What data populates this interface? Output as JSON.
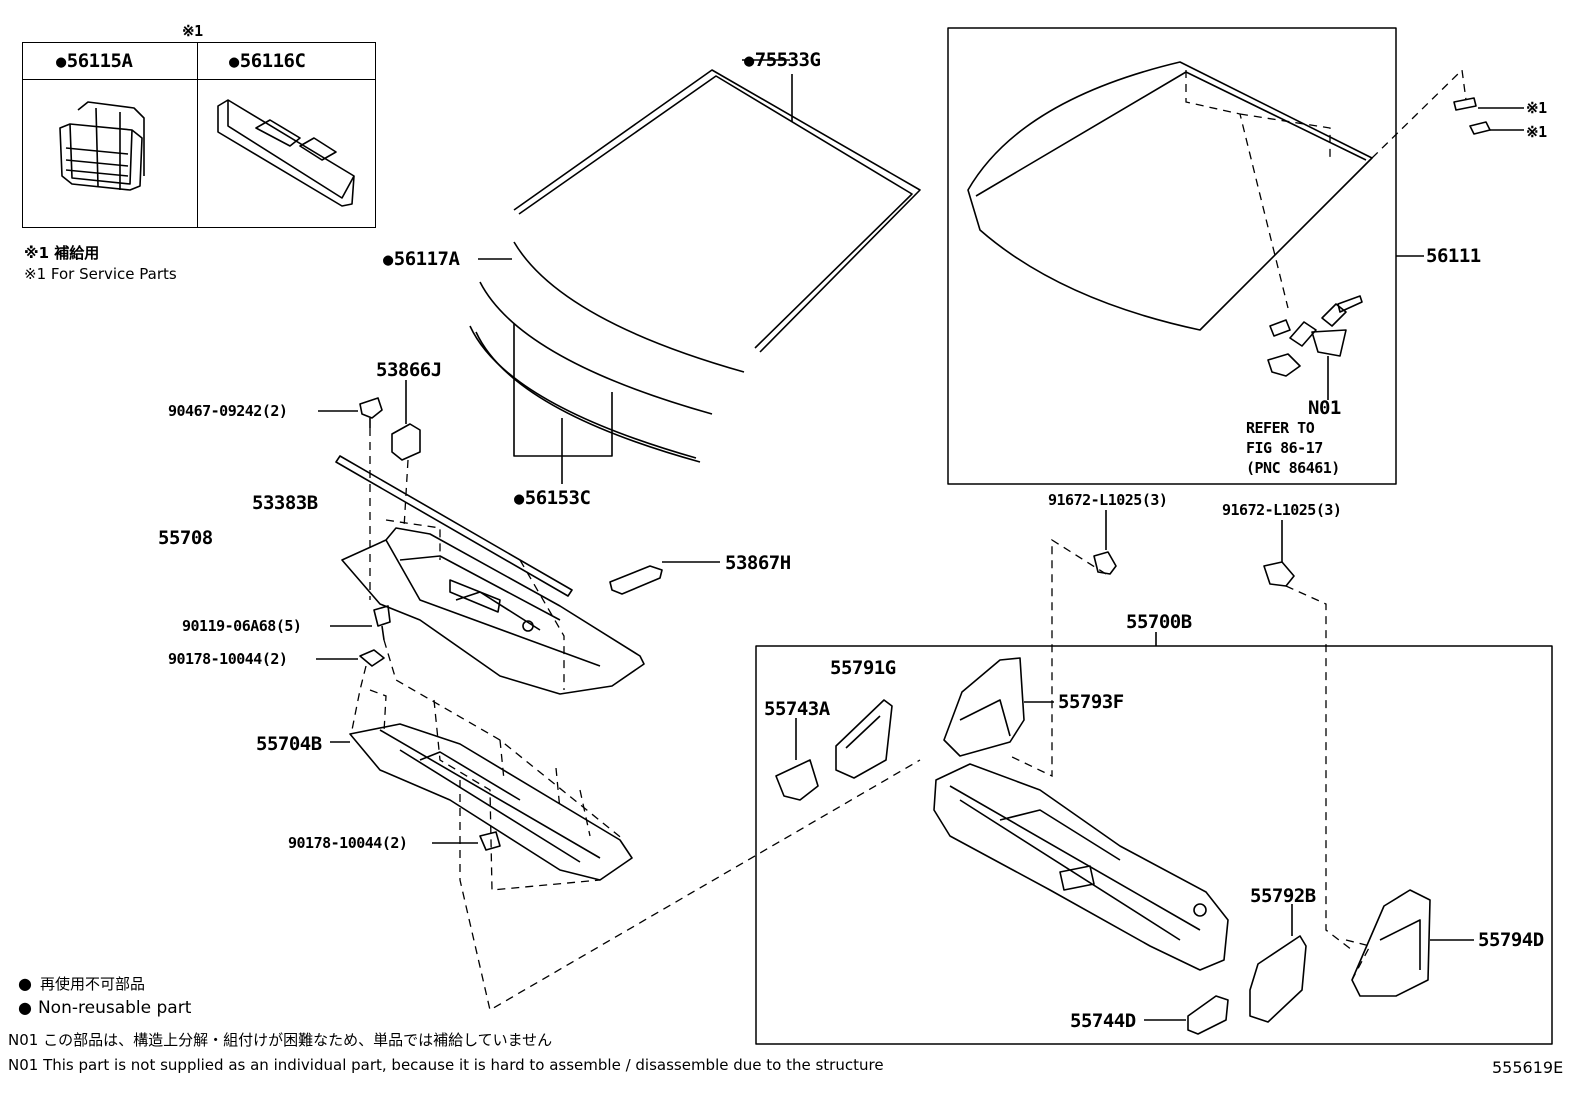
{
  "inset": {
    "mark": "※1",
    "col1": "56115A",
    "col2": "56116C"
  },
  "service_note": {
    "jp": "※1 補給用",
    "en": "※1 For Service Parts"
  },
  "parts": {
    "p75533G": "75533G",
    "p56117A": "56117A",
    "p56153C": "56153C",
    "p53866J": "53866J",
    "p90467": "90467-09242(2)",
    "p53383B": "53383B",
    "p55708": "55708",
    "p53867H": "53867H",
    "p90119": "90119-06A68(5)",
    "p90178a": "90178-10044(2)",
    "p55704B": "55704B",
    "p90178b": "90178-10044(2)",
    "p56111": "56111",
    "pN01": "N01",
    "refer1": "REFER TO",
    "refer2": "FIG 86-17",
    "refer3": "(PNC 86461)",
    "p91672a": "91672-L1025(3)",
    "p91672b": "91672-L1025(3)",
    "p55700B": "55700B",
    "p55791G": "55791G",
    "p55743A": "55743A",
    "p55793F": "55793F",
    "p55792B": "55792B",
    "p55794D": "55794D",
    "p55744D": "55744D",
    "mark1": "※1",
    "mark2": "※1"
  },
  "legend": {
    "jp": "再使用不可部品",
    "en": "Non-reusable part"
  },
  "footnotes": {
    "n01_jp": "N01 この部品は、構造上分解・組付けが困難なため、単品では補給していません",
    "n01_en": "N01 This part is not supplied as an individual part, because it is hard to assemble / disassemble due to the structure"
  },
  "figure_id": "555619E",
  "icons": [
    "bullet-dot-icon"
  ]
}
